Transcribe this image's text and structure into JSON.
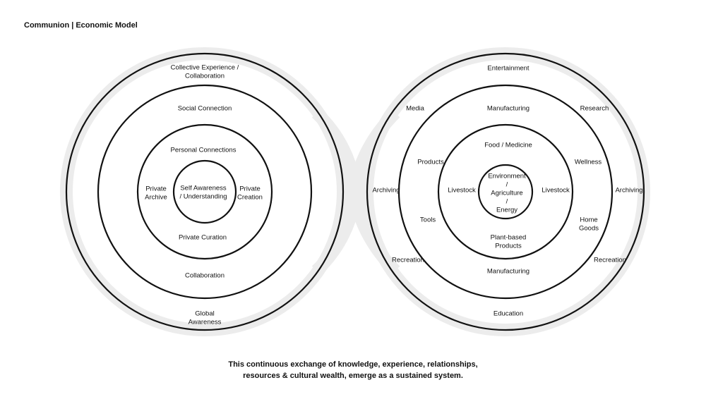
{
  "title": "Communion | Economic Model",
  "caption": {
    "line1": "This continuous exchange of knowledge, experience, relationships,",
    "line2": "resources & cultural wealth, emerge as a sustained system."
  },
  "left_circles": {
    "outer_top": [
      "Collective Experience /",
      "Collaboration"
    ],
    "outer_bottom": [
      "Global",
      "Awareness"
    ],
    "ring2_top": [
      "Social Connection"
    ],
    "ring2_bottom": [
      "Collaboration"
    ],
    "ring3_top": [
      "Personal Connections"
    ],
    "ring3_left": [
      "Private",
      "Archive"
    ],
    "ring3_right": [
      "Private",
      "Creation"
    ],
    "ring3_bottom": [
      "Private Curation"
    ],
    "center": [
      "Self Awareness",
      "/ Understanding"
    ]
  },
  "right_circles": {
    "outer_top": [
      "Entertainment"
    ],
    "outer_left_top": [
      "Media"
    ],
    "outer_right_top": [
      "Research"
    ],
    "outer_left": [
      "Archiving"
    ],
    "outer_right": [
      "Archiving"
    ],
    "outer_left_bottom": [
      "Recreation"
    ],
    "outer_right_bottom": [
      "Recreation"
    ],
    "outer_bottom": [
      "Education"
    ],
    "ring2_top": [
      "Manufacturing"
    ],
    "ring2_left_top": [
      "Products"
    ],
    "ring2_right_top": [
      "Wellness"
    ],
    "ring2_left_bottom": [
      "Tools"
    ],
    "ring2_right_bottom": [
      "Home",
      "Goods"
    ],
    "ring2_bottom": [
      "Manufacturing"
    ],
    "ring3_top": [
      "Food / Medicine"
    ],
    "ring3_left": [
      "Livestock"
    ],
    "ring3_right": [
      "Livestock"
    ],
    "ring3_bottom": [
      "Plant-based",
      "Products"
    ],
    "center": [
      "Environment",
      "/",
      "Agriculture",
      "/",
      "Energy"
    ]
  }
}
